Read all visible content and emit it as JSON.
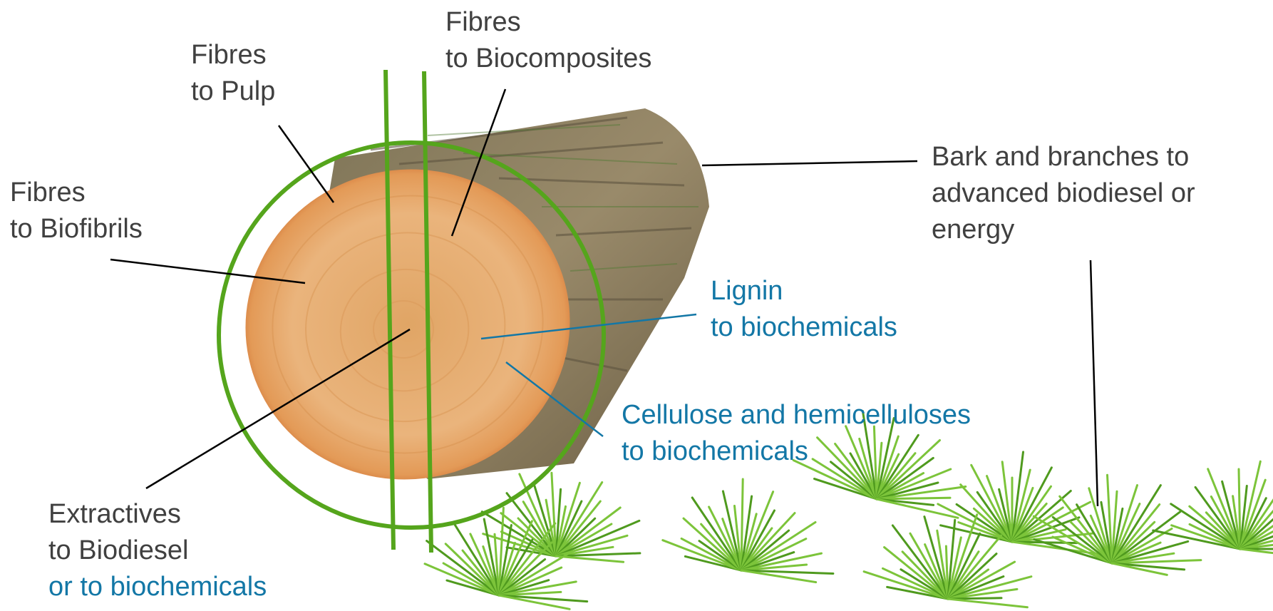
{
  "colors": {
    "dark_text": "#404040",
    "blue_text": "#1377a6",
    "green_lines": "#55a51c",
    "wood": "#e2a25e",
    "bark": "#8a7a5a",
    "needles": "#6fb62a"
  },
  "labels": {
    "fibres_pulp": {
      "line1": "Fibres",
      "line2": "to Pulp"
    },
    "fibres_biocomposites": {
      "line1": "Fibres",
      "line2": "to Biocomposites"
    },
    "fibres_biofibrils": {
      "line1": "Fibres",
      "line2": "to Biofibrils"
    },
    "bark": {
      "line1": "Bark and branches to",
      "line2": "advanced biodiesel or",
      "line3": "energy"
    },
    "lignin": {
      "line1": "Lignin",
      "line2": "to biochemicals"
    },
    "cellulose": {
      "line1": "Cellulose and hemicelluloses",
      "line2": "to biochemicals"
    },
    "extractives": {
      "line1": "Extractives",
      "line2": "to Biodiesel",
      "line3": "or to biochemicals"
    }
  }
}
